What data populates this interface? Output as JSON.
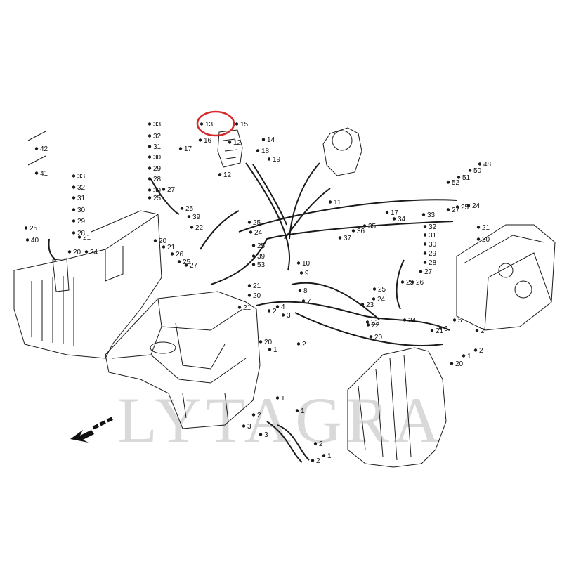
{
  "watermark": "LYTAGRA",
  "highlight_part": "13",
  "callouts": [
    "13",
    "15",
    "14",
    "16",
    "17",
    "12",
    "18",
    "19",
    "12",
    "11",
    "33",
    "32",
    "31",
    "30",
    "29",
    "28",
    "39",
    "25",
    "27",
    "42",
    "41",
    "33",
    "32",
    "31",
    "30",
    "29",
    "28",
    "25",
    "40",
    "20",
    "21",
    "24",
    "25",
    "39",
    "22",
    "20",
    "21",
    "26",
    "25",
    "27",
    "25",
    "24",
    "25",
    "39",
    "53",
    "10",
    "9",
    "21",
    "20",
    "21",
    "20",
    "17",
    "34",
    "33",
    "35",
    "36",
    "37",
    "32",
    "31",
    "30",
    "29",
    "28",
    "27",
    "26",
    "25",
    "25",
    "24",
    "21",
    "20",
    "27",
    "25",
    "24",
    "21",
    "20",
    "8",
    "7",
    "4",
    "2",
    "3",
    "1",
    "2",
    "23",
    "24",
    "22",
    "21",
    "20",
    "6",
    "5",
    "1",
    "2",
    "2",
    "1",
    "1",
    "2",
    "3",
    "3",
    "2",
    "2",
    "1",
    "52",
    "51",
    "50",
    "48"
  ],
  "colors": {
    "line": "#1a1a1a",
    "highlight": "#d42a2a",
    "watermark": "#d9d9d9"
  },
  "icons": {
    "direction": "forward-arrow-icon"
  }
}
